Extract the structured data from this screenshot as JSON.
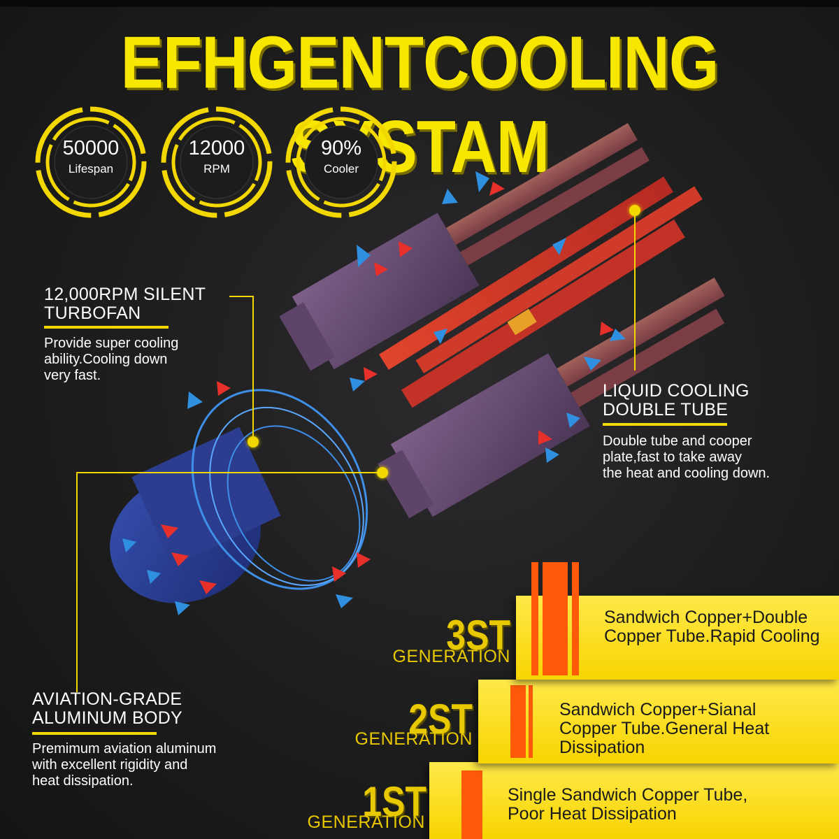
{
  "title": "EFHGENTCOOLING SYSTAM",
  "badges": [
    {
      "value": "50000",
      "label": "Lifespan"
    },
    {
      "value": "12000",
      "label": "RPM"
    },
    {
      "value": "90%",
      "label": "Cooler"
    }
  ],
  "callouts": {
    "turbofan": {
      "title_line1": "12,000RPM SILENT",
      "title_line2": "TURBOFAN",
      "desc_line1": "Provide super cooling",
      "desc_line2": "ability.Cooling down",
      "desc_line3": "very fast."
    },
    "liquid": {
      "title_line1": "LIQUID COOLING",
      "title_line2": "DOUBLE TUBE",
      "desc_line1": "Double tube and cooper",
      "desc_line2": "plate,fast to take away",
      "desc_line3": "the heat and cooling down."
    },
    "aluminum": {
      "title_line1": "AVIATION-GRADE",
      "title_line2": "ALUMINUM BODY",
      "desc_line1": "Premimum aviation aluminum",
      "desc_line2": "with excellent rigidity and",
      "desc_line3": "heat dissipation."
    }
  },
  "generations": [
    {
      "number": "3ST",
      "word": "GENERATION",
      "line1": "Sandwich Copper+Double",
      "line2": "Copper Tube.Rapid Cooling",
      "line3": ""
    },
    {
      "number": "2ST",
      "word": "GENERATION",
      "line1": "Sandwich Copper+Sianal",
      "line2": "Copper Tube.General Heat",
      "line3": "Dissipation"
    },
    {
      "number": "1ST",
      "word": "GENERATION",
      "line1": "Single Sandwich Copper Tube,",
      "line2": "Poor Heat Dissipation",
      "line3": ""
    }
  ],
  "colors": {
    "accent_yellow": "#f7e600",
    "copper_orange": "#ff5a0a",
    "body_purple": "#6a4f78",
    "fan_blue": "#2a3f9a",
    "arrow_blue": "#2f8fe0",
    "arrow_red": "#e8302a"
  }
}
